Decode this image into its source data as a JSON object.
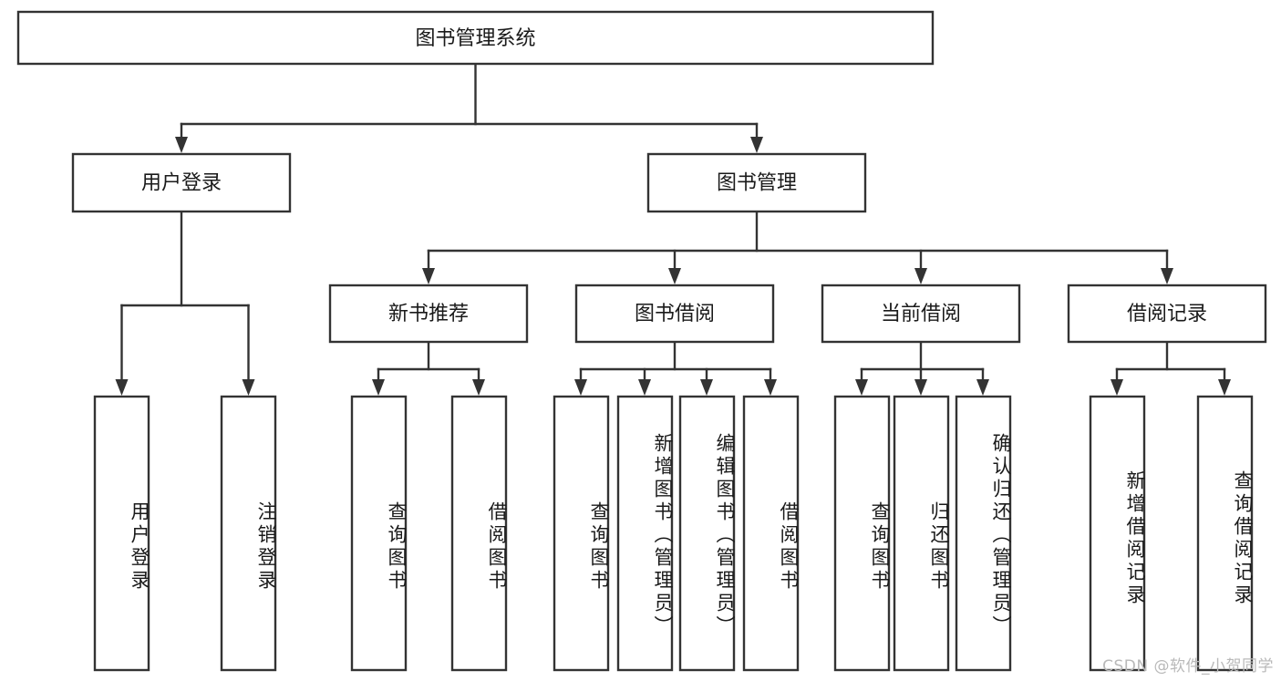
{
  "diagram": {
    "title": "图书管理系统",
    "type": "tree-hierarchy-chart",
    "root": {
      "label": "图书管理系统"
    },
    "level2": [
      {
        "label": "用户登录"
      },
      {
        "label": "图书管理"
      }
    ],
    "level3": [
      {
        "label": "新书推荐"
      },
      {
        "label": "图书借阅"
      },
      {
        "label": "当前借阅"
      },
      {
        "label": "借阅记录"
      }
    ],
    "leaves": {
      "user_login": [
        {
          "label": "用户登录"
        },
        {
          "label": "注销登录"
        }
      ],
      "new_book_recommend": [
        {
          "label": "查询图书"
        },
        {
          "label": "借阅图书"
        }
      ],
      "book_borrow": [
        {
          "label": "查询图书"
        },
        {
          "label": "新增图书（管理员）"
        },
        {
          "label": "编辑图书（管理员）"
        },
        {
          "label": "借阅图书"
        }
      ],
      "current_borrow": [
        {
          "label": "查询图书"
        },
        {
          "label": "归还图书"
        },
        {
          "label": "确认归还（管理员）"
        }
      ],
      "borrow_record": [
        {
          "label": "新增借阅记录"
        },
        {
          "label": "查询借阅记录"
        }
      ]
    }
  },
  "watermark": {
    "text": "CSDN @软件_小贺同学"
  },
  "colors": {
    "stroke": "#333333",
    "fill": "#ffffff",
    "text": "#1a1a1a",
    "watermark": "#b9b9b9"
  }
}
